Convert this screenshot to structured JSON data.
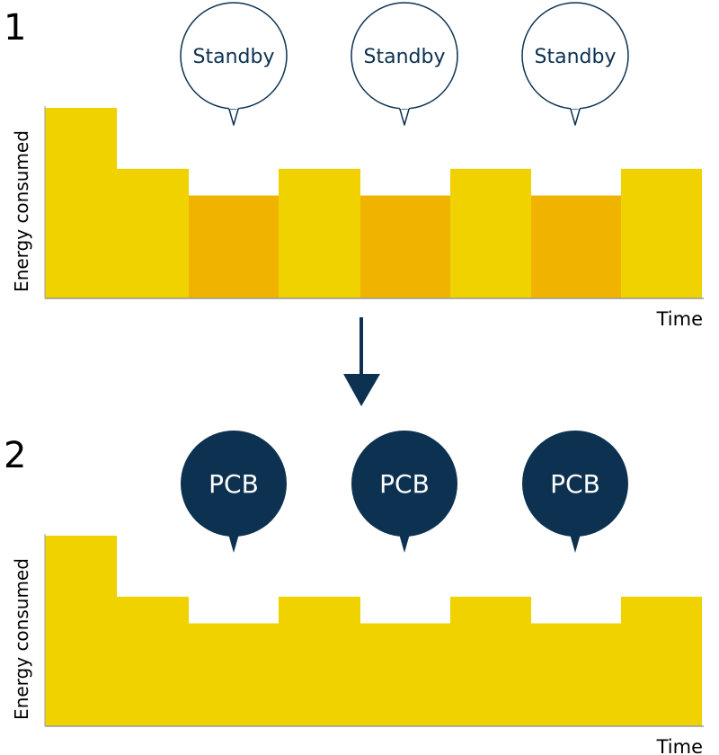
{
  "colors": {
    "bar_yellow": "#efd200",
    "bar_orange": "#f0b400",
    "navy": "#0d3151",
    "axis": "#9a9a9a",
    "text": "#000000",
    "bubble_outline": "#0d3151",
    "bubble_fill_white": "#ffffff"
  },
  "panels": [
    {
      "step_label": "1",
      "ylabel": "Energy consumed",
      "xlabel": "Time",
      "bubble_style": "outline",
      "bubbles": [
        {
          "label": "Standby"
        },
        {
          "label": "Standby"
        },
        {
          "label": "Standby"
        }
      ],
      "chart_data": {
        "type": "bar",
        "bars": [
          {
            "level": 1.0,
            "color": "bar_yellow"
          },
          {
            "level": 0.68,
            "color": "bar_yellow"
          },
          {
            "level": 0.54,
            "color": "bar_orange"
          },
          {
            "level": 0.68,
            "color": "bar_yellow"
          },
          {
            "level": 0.54,
            "color": "bar_orange"
          },
          {
            "level": 0.68,
            "color": "bar_yellow"
          },
          {
            "level": 0.54,
            "color": "bar_orange"
          },
          {
            "level": 0.68,
            "color": "bar_yellow"
          }
        ]
      }
    },
    {
      "step_label": "2",
      "ylabel": "Energy consumed",
      "xlabel": "Time",
      "bubble_style": "filled",
      "bubbles": [
        {
          "label": "PCB"
        },
        {
          "label": "PCB"
        },
        {
          "label": "PCB"
        }
      ],
      "chart_data": {
        "type": "bar",
        "bars": [
          {
            "level": 1.0,
            "color": "bar_yellow"
          },
          {
            "level": 0.68,
            "color": "bar_yellow"
          },
          {
            "level": 0.54,
            "color": "bar_yellow"
          },
          {
            "level": 0.68,
            "color": "bar_yellow"
          },
          {
            "level": 0.54,
            "color": "bar_yellow"
          },
          {
            "level": 0.68,
            "color": "bar_yellow"
          },
          {
            "level": 0.54,
            "color": "bar_yellow"
          },
          {
            "level": 0.68,
            "color": "bar_yellow"
          }
        ]
      }
    }
  ],
  "connector": {
    "icon": "arrow-down-icon"
  }
}
